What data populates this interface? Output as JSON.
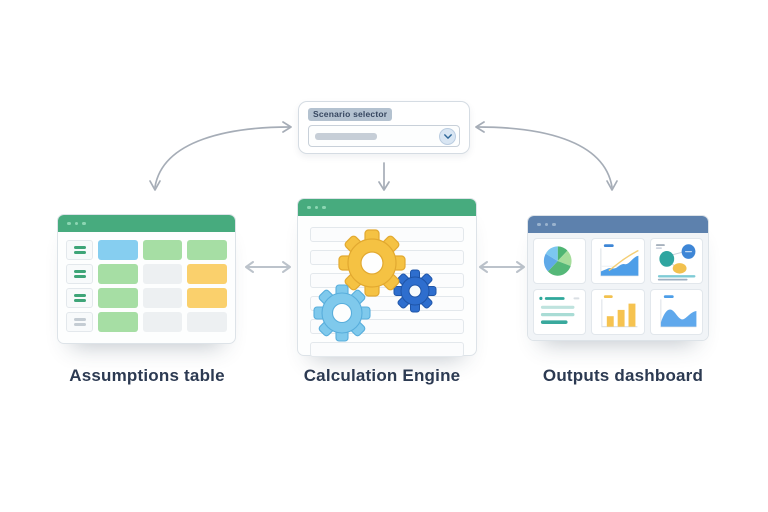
{
  "scenario_selector": {
    "label": "Scenario selector",
    "dropdown_value": ""
  },
  "labels": {
    "assumptions": "Assumptions table",
    "engine": "Calculation Engine",
    "outputs": "Outputs dashboard"
  },
  "assumptions_table": {
    "rows": [
      {
        "bar": "green",
        "cells": [
          "blue",
          "green",
          "green"
        ]
      },
      {
        "bar": "green",
        "cells": [
          "green",
          "gray",
          "yellow"
        ]
      },
      {
        "bar": "green",
        "cells": [
          "green",
          "gray",
          "yellow"
        ]
      },
      {
        "bar": "gray",
        "cells": [
          "green",
          "gray",
          "gray"
        ]
      }
    ]
  },
  "dashboard": {
    "cards": [
      "pie-chart",
      "area-line-chart",
      "bubble-chart",
      "metric-list",
      "bar-chart",
      "area-chart"
    ]
  },
  "connections": [
    {
      "from": "scenario-selector",
      "to": "assumptions-table",
      "style": "curved",
      "bidirectional": true
    },
    {
      "from": "scenario-selector",
      "to": "calculation-engine",
      "style": "straight",
      "bidirectional": false
    },
    {
      "from": "scenario-selector",
      "to": "outputs-dashboard",
      "style": "curved",
      "bidirectional": true
    },
    {
      "from": "assumptions-table",
      "to": "calculation-engine",
      "style": "straight",
      "bidirectional": true
    },
    {
      "from": "calculation-engine",
      "to": "outputs-dashboard",
      "style": "straight",
      "bidirectional": true
    }
  ],
  "colors": {
    "titlebar_green": "#47AB7E",
    "titlebar_blue": "#5D81AD",
    "arrow_gray": "#A6ADB7",
    "label_text": "#2C3A52",
    "gear_yellow": "#F5C243",
    "gear_light_blue": "#7FC9EC",
    "gear_dark_blue": "#2E6ECE",
    "cell_blue": "#86CEF0",
    "cell_green": "#A6DEA4",
    "cell_yellow": "#FAD06C",
    "cell_gray": "#EDF0F2",
    "accent_teal": "#2FA89B"
  }
}
